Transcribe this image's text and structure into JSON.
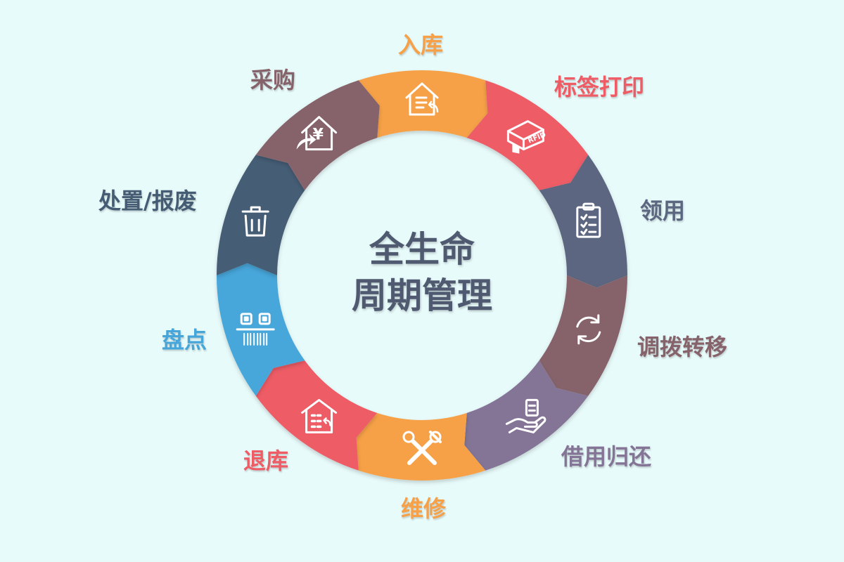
{
  "center": {
    "line1": "全生命",
    "line2": "周期管理"
  },
  "stages": [
    {
      "key": "inbound",
      "label": "入库",
      "color": "#f6a147",
      "icon": "warehouse-in-icon"
    },
    {
      "key": "label",
      "label": "标签打印",
      "color": "#ee5c66",
      "icon": "rfid-printer-icon"
    },
    {
      "key": "requisition",
      "label": "领用",
      "color": "#5b6680",
      "icon": "clipboard-icon"
    },
    {
      "key": "transfer",
      "label": "调拨转移",
      "color": "#86636b",
      "icon": "refresh-icon"
    },
    {
      "key": "borrow",
      "label": "借用归还",
      "color": "#847596",
      "icon": "hand-receive-icon"
    },
    {
      "key": "repair",
      "label": "维修",
      "color": "#f6a147",
      "icon": "tools-icon"
    },
    {
      "key": "return",
      "label": "退库",
      "color": "#ee5c66",
      "icon": "warehouse-return-icon"
    },
    {
      "key": "inventory",
      "label": "盘点",
      "color": "#46a6da",
      "icon": "barcode-scan-icon"
    },
    {
      "key": "disposal",
      "label": "处置/报废",
      "color": "#455d74",
      "icon": "trash-icon"
    },
    {
      "key": "purchase",
      "label": "采购",
      "color": "#86636b",
      "icon": "house-yen-icon"
    }
  ],
  "icon_glyphs": {
    "rfid_text": "RFID",
    "yen": "¥"
  }
}
